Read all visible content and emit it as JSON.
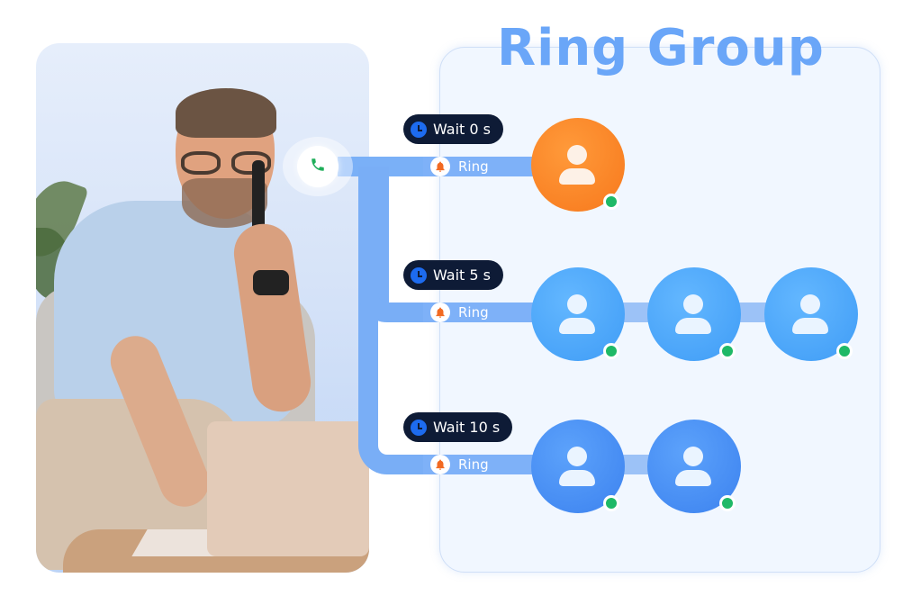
{
  "title": "Ring Group",
  "colors": {
    "title": "#6aa6f8",
    "panel_bg": "#f1f7ff",
    "connector": "#79aef6",
    "wait_pill_bg": "#0e1b36",
    "clock_icon": "#1d6bef",
    "bell_icon": "#f26a22",
    "avatar_orange": "#f7781c",
    "avatar_light_blue": "#3f9cf6",
    "avatar_blue": "#3c82ef",
    "status_online": "#1fb967",
    "call_icon": "#1fae5a"
  },
  "photo": {
    "description": "Smiling man with glasses talking on mobile phone while typing on laptop",
    "call_icon": "phone-icon"
  },
  "tiers": [
    {
      "wait_label": "Wait 0 s",
      "ring_label": "Ring",
      "avatars": [
        {
          "color": "orange",
          "status": "online"
        }
      ]
    },
    {
      "wait_label": "Wait 5 s",
      "ring_label": "Ring",
      "avatars": [
        {
          "color": "light-blue",
          "status": "online"
        },
        {
          "color": "light-blue",
          "status": "online"
        },
        {
          "color": "light-blue",
          "status": "online"
        }
      ]
    },
    {
      "wait_label": "Wait 10 s",
      "ring_label": "Ring",
      "avatars": [
        {
          "color": "blue",
          "status": "online"
        },
        {
          "color": "blue",
          "status": "online"
        }
      ]
    }
  ]
}
